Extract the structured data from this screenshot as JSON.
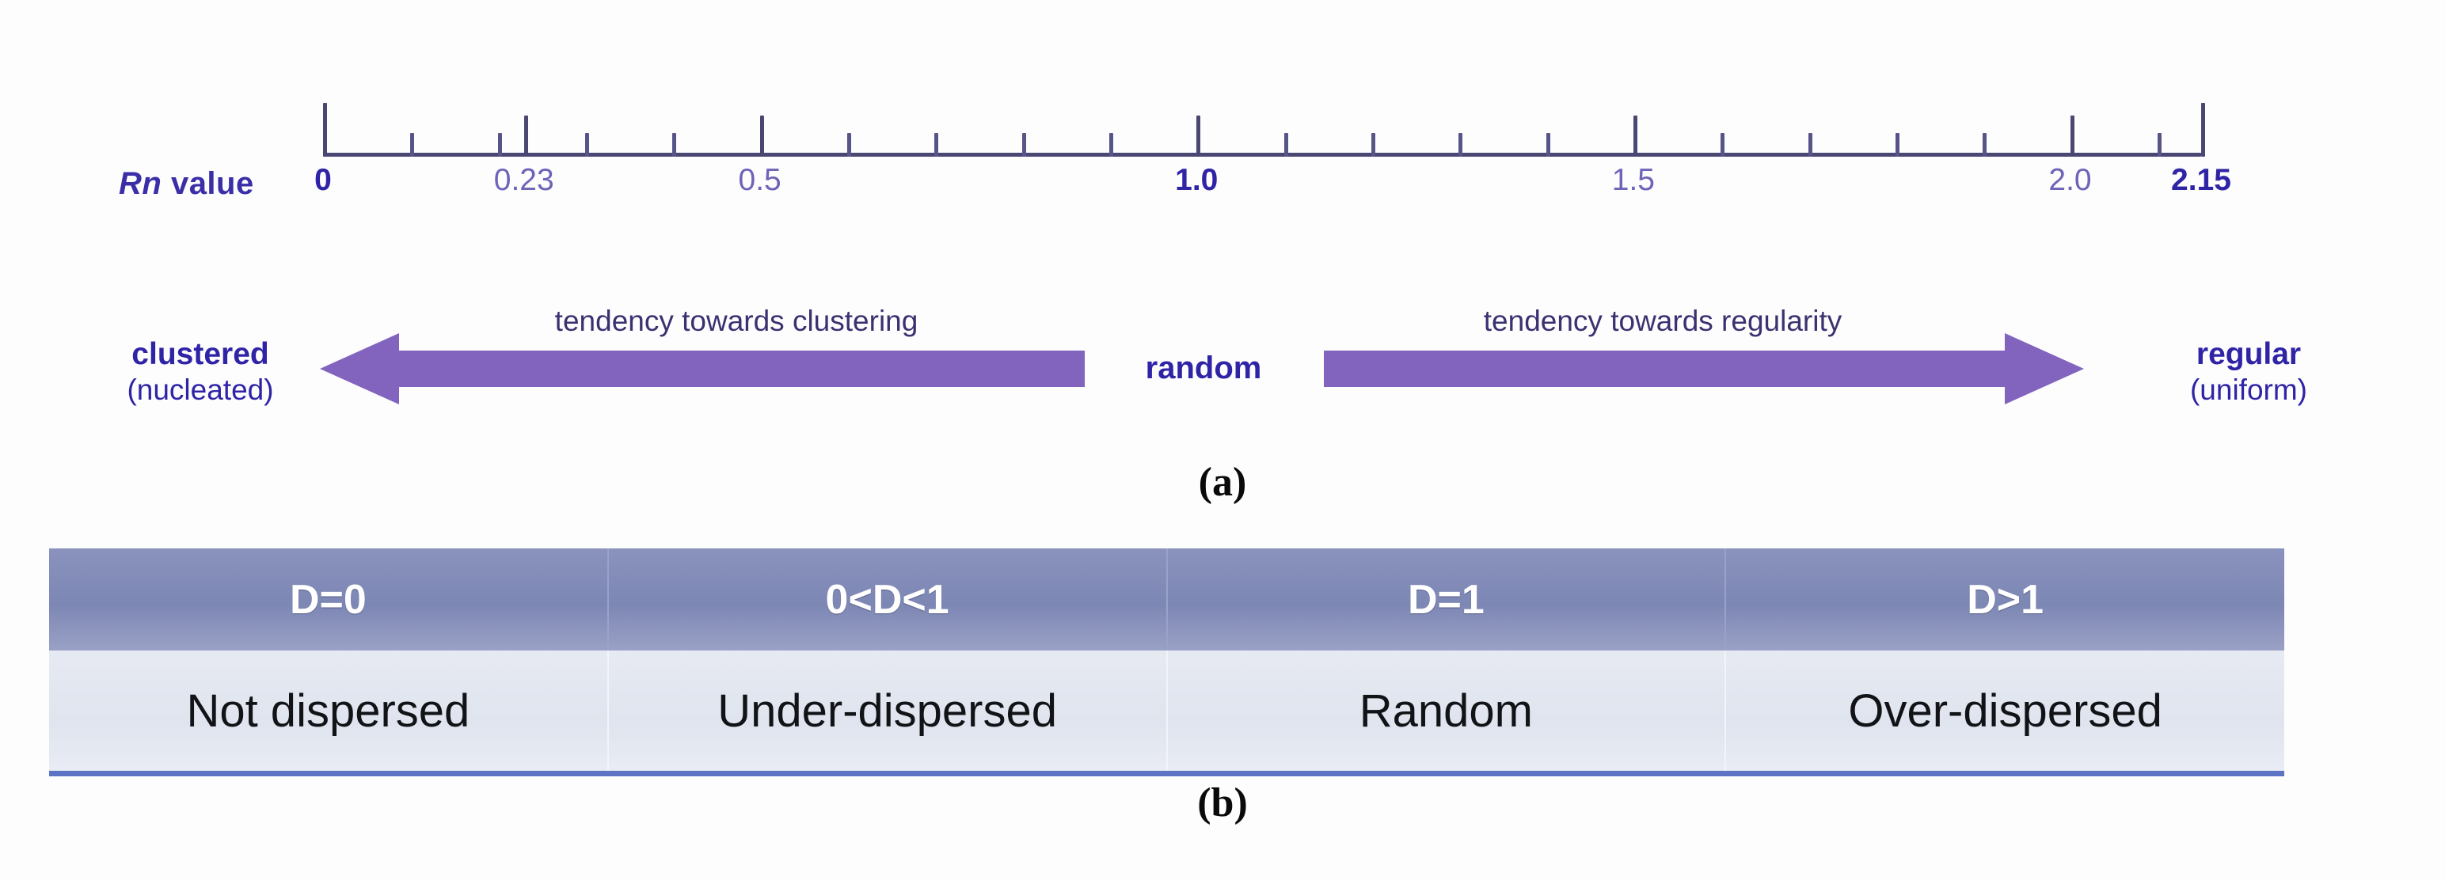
{
  "figure": {
    "panel_a_caption": "(a)",
    "panel_b_caption": "(b)"
  },
  "ruler": {
    "axis_label_prefix": "Rn",
    "axis_label_suffix": " value",
    "min": 0,
    "max": 2.15,
    "tick_labels": [
      {
        "value": 0,
        "text": "0",
        "strong": true
      },
      {
        "value": 0.23,
        "text": "0.23",
        "strong": false
      },
      {
        "value": 0.5,
        "text": "0.5",
        "strong": false
      },
      {
        "value": 1.0,
        "text": "1.0",
        "strong": true
      },
      {
        "value": 1.5,
        "text": "1.5",
        "strong": false
      },
      {
        "value": 2.0,
        "text": "2.0",
        "strong": false
      },
      {
        "value": 2.15,
        "text": "2.15",
        "strong": true
      }
    ],
    "minor_ticks": [
      0.1,
      0.2,
      0.3,
      0.4,
      0.6,
      0.7,
      0.8,
      0.9,
      1.1,
      1.2,
      1.3,
      1.4,
      1.6,
      1.7,
      1.8,
      1.9,
      2.1
    ],
    "major_ticks": [
      0.23,
      0.5,
      1.0,
      1.5,
      2.0
    ],
    "end_ticks": [
      0,
      2.15
    ]
  },
  "spectrum": {
    "left_label_line1": "clustered",
    "left_label_line2": "(nucleated)",
    "right_label_line1": "regular",
    "right_label_line2": "(uniform)",
    "center_label": "random",
    "left_arrow_text": "tendency towards clustering",
    "right_arrow_text": "tendency towards regularity",
    "arrow_color": "#8264bf",
    "text_color": "#2f24a6"
  },
  "table_b": {
    "headers": [
      "D=0",
      "0<D<1",
      "D=1",
      "D>1"
    ],
    "values": [
      "Not dispersed",
      "Under-dispersed",
      "Random",
      "Over-dispersed"
    ],
    "header_bg": "#8089b6",
    "row_bg": "#e3e7f0",
    "bottom_rule": "#5d74c4"
  },
  "chart_data": {
    "type": "table",
    "title": "Rn value / dispersion index interpretation",
    "axis": {
      "name": "Rn value",
      "min": 0,
      "max": 2.15,
      "labeled_ticks": [
        0,
        0.23,
        0.5,
        1.0,
        1.5,
        2.0,
        2.15
      ],
      "breakpoints": {
        "clustered_limit": 0,
        "observed_clustered": 0.23,
        "random": 1.0,
        "regular_limit": 2.15
      }
    },
    "regions": [
      {
        "range": [
          0,
          1.0
        ],
        "label": "tendency towards clustering",
        "endpoint": "clustered (nucleated)"
      },
      {
        "value": 1.0,
        "label": "random"
      },
      {
        "range": [
          1.0,
          2.15
        ],
        "label": "tendency towards regularity",
        "endpoint": "regular (uniform)"
      }
    ],
    "categories": [
      "D=0",
      "0<D<1",
      "D=1",
      "D>1"
    ],
    "values": [
      "Not dispersed",
      "Under-dispersed",
      "Random",
      "Over-dispersed"
    ]
  }
}
